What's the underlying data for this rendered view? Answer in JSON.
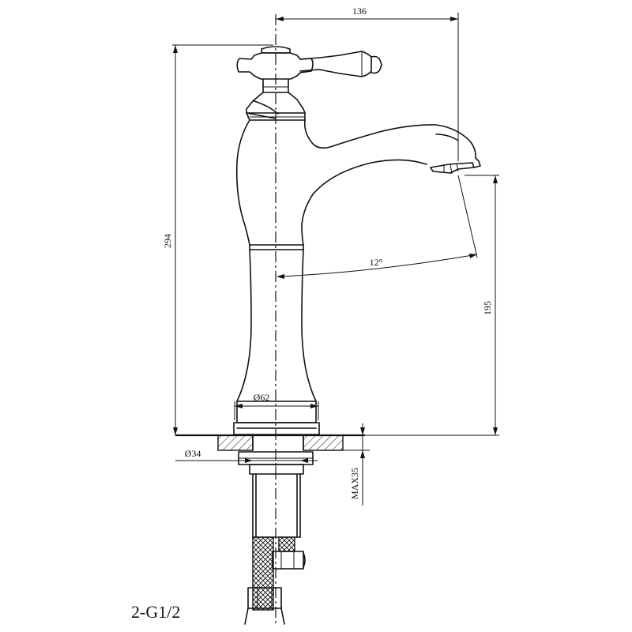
{
  "dimensions": {
    "width_top": "136",
    "height_total": "294",
    "spout_height": "195",
    "spout_angle": "12°",
    "base_diameter": "Ø62",
    "shank_diameter": "Ø34",
    "max_thickness": "MAX35"
  },
  "connection_label": "2-G1/2"
}
